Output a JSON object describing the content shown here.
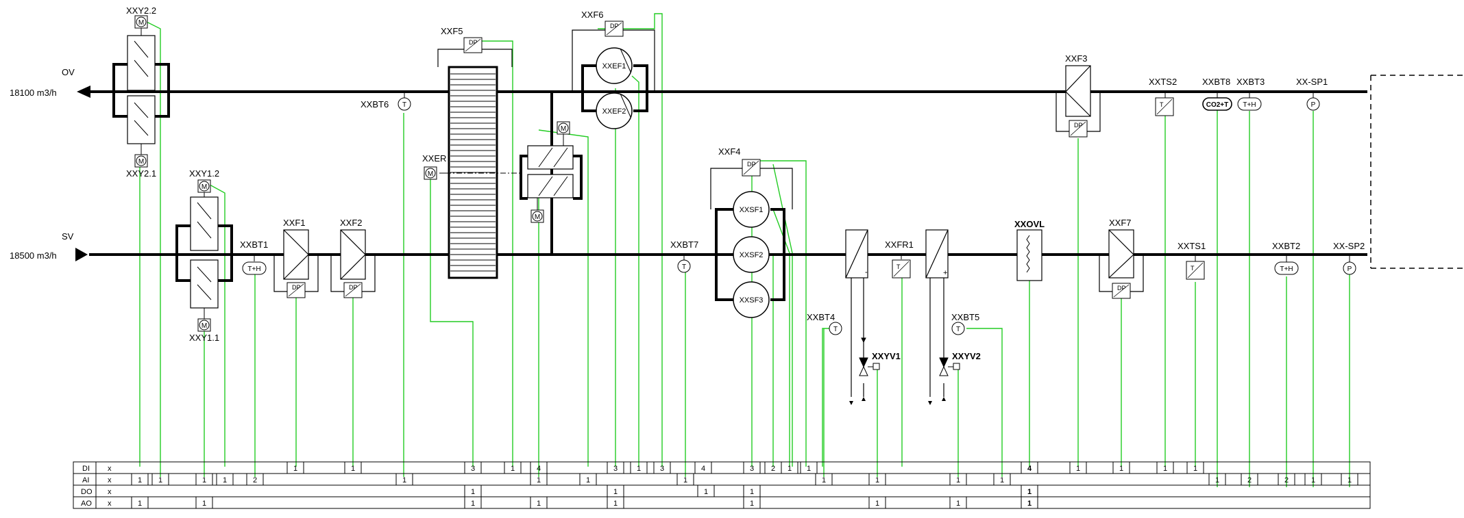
{
  "flows": {
    "ov_label": "OV",
    "ov_flow": "18100 m3/h",
    "sv_label": "SV",
    "sv_flow": "18500 m3/h"
  },
  "tags": {
    "xxy22": "XXY2.2",
    "xxy21": "XXY2.1",
    "xxy12": "XXY1.2",
    "xxy11": "XXY1.1",
    "xxbt1": "XXBT1",
    "xxf1": "XXF1",
    "xxf2": "XXF2",
    "xxbt6": "XXBT6",
    "xxf5": "XXF5",
    "xxer": "XXER",
    "xxf6": "XXF6",
    "xxef1": "XXEF1",
    "xxef2": "XXEF2",
    "xxbt7": "XXBT7",
    "xxf4": "XXF4",
    "xxsf1": "XXSF1",
    "xxsf2": "XXSF2",
    "xxsf3": "XXSF3",
    "xxbt4": "XXBT4",
    "xxfr1": "XXFR1",
    "xxbt5": "XXBT5",
    "xxyv1": "XXYV1",
    "xxyv2": "XXYV2",
    "xxovl": "XXOVL",
    "xxf3": "XXF3",
    "xxf7": "XXF7",
    "xxts2": "XXTS2",
    "xxts1": "XXTS1",
    "xxbt8": "XXBT8",
    "xxbt3": "XXBT3",
    "xxbt2": "XXBT2",
    "xxsp1": "XX-SP1",
    "xxsp2": "XX-SP2"
  },
  "symbols": {
    "motor": "M",
    "dp": "DP",
    "temp": "T",
    "temp_hum": "T+H",
    "co2": "CO2+T",
    "pressure": "P",
    "minus": "-",
    "plus": "+"
  },
  "io_table": {
    "row_labels": [
      "DI",
      "AI",
      "DO",
      "AO"
    ],
    "marker": "x",
    "di": [
      "1",
      "1",
      "3",
      "1",
      "4",
      "3",
      "1",
      "3",
      "4",
      "3",
      "2",
      "1",
      "1",
      "4",
      "1",
      "1",
      "1",
      "1"
    ],
    "ai": [
      "1",
      "1",
      "1",
      "1",
      "2",
      "1",
      "1",
      "1",
      "1",
      "1",
      "1",
      "1",
      "1",
      "1",
      "2",
      "2",
      "1",
      "1"
    ],
    "do": [
      "1",
      "1",
      "1",
      "1",
      "1"
    ],
    "ao": [
      "1",
      "1",
      "1",
      "1",
      "1",
      "1",
      "1",
      "1",
      "1"
    ]
  },
  "colors": {
    "line": "#000000",
    "signal": "#22cc22"
  }
}
